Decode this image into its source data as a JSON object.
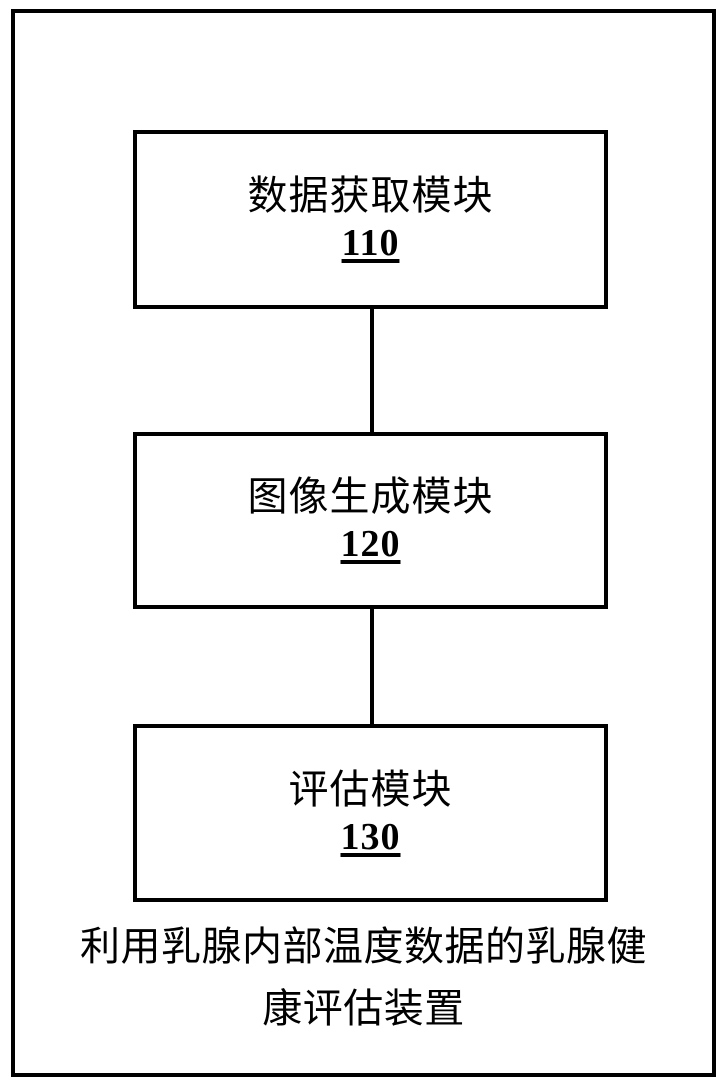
{
  "figure": {
    "background_color": "#ffffff",
    "line_color": "#000000",
    "caption": "利用乳腺内部温度数据的乳腺健康评估装置",
    "modules": [
      {
        "title": "数据获取模块",
        "ref": "110"
      },
      {
        "title": "图像生成模块",
        "ref": "120"
      },
      {
        "title": "评估模块",
        "ref": "130"
      }
    ],
    "connectors": [
      {
        "from_ref": "110",
        "to_ref": "120",
        "style": "plain-line"
      },
      {
        "from_ref": "120",
        "to_ref": "130",
        "style": "plain-line"
      }
    ]
  }
}
